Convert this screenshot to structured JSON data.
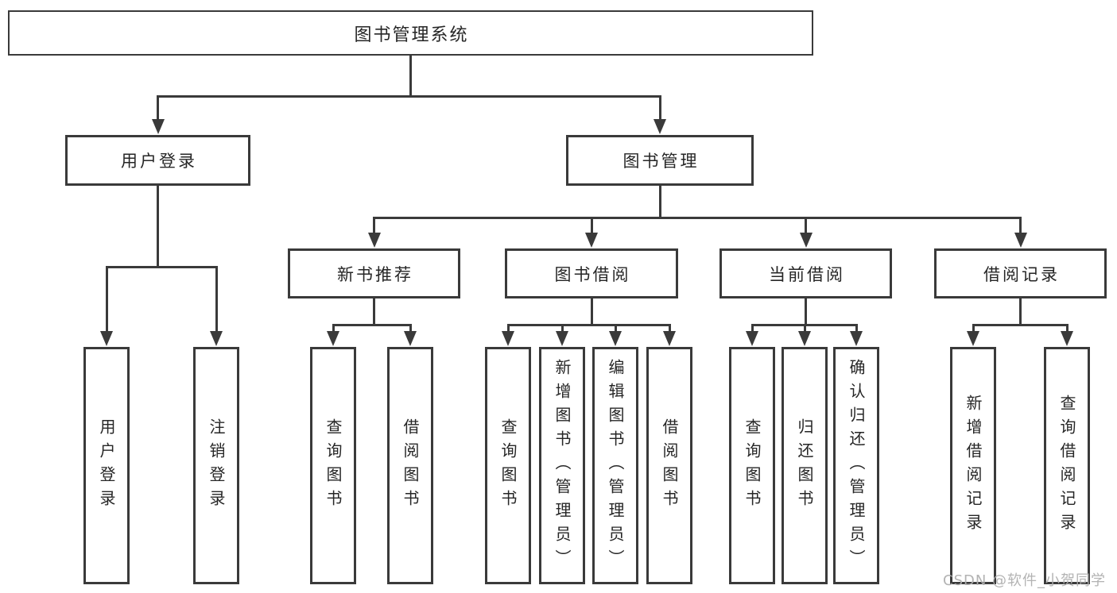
{
  "diagram": {
    "title": "图书管理系统",
    "watermark": "CSDN @软件_小贺同学",
    "colors": {
      "line": "#3a3a3a",
      "text": "#262626",
      "background": "#ffffff",
      "watermark": "#afafaf"
    },
    "nodes": [
      {
        "id": "root",
        "label": "图书管理系统",
        "level": 1,
        "orientation": "horizontal"
      },
      {
        "id": "user-login",
        "label": "用户登录",
        "level": 2,
        "orientation": "horizontal"
      },
      {
        "id": "book-mgmt",
        "label": "图书管理",
        "level": 2,
        "orientation": "horizontal"
      },
      {
        "id": "new-book-rec",
        "label": "新书推荐",
        "level": 3,
        "orientation": "horizontal"
      },
      {
        "id": "book-borrow",
        "label": "图书借阅",
        "level": 3,
        "orientation": "horizontal"
      },
      {
        "id": "current-borrow",
        "label": "当前借阅",
        "level": 3,
        "orientation": "horizontal"
      },
      {
        "id": "borrow-records",
        "label": "借阅记录",
        "level": 3,
        "orientation": "horizontal"
      },
      {
        "id": "leaf-user-login",
        "label": "用户登录",
        "level": 4,
        "orientation": "vertical"
      },
      {
        "id": "leaf-logout",
        "label": "注销登录",
        "level": 4,
        "orientation": "vertical"
      },
      {
        "id": "leaf-query-book-1",
        "label": "查询图书",
        "level": 4,
        "orientation": "vertical"
      },
      {
        "id": "leaf-borrow-book-1",
        "label": "借阅图书",
        "level": 4,
        "orientation": "vertical"
      },
      {
        "id": "leaf-query-book-2",
        "label": "查询图书",
        "level": 4,
        "orientation": "vertical"
      },
      {
        "id": "leaf-add-book",
        "label": "新增图书（管理员）",
        "level": 4,
        "orientation": "vertical"
      },
      {
        "id": "leaf-edit-book",
        "label": "编辑图书（管理员）",
        "level": 4,
        "orientation": "vertical"
      },
      {
        "id": "leaf-borrow-book-2",
        "label": "借阅图书",
        "level": 4,
        "orientation": "vertical"
      },
      {
        "id": "leaf-query-book-3",
        "label": "查询图书",
        "level": 4,
        "orientation": "vertical"
      },
      {
        "id": "leaf-return-book",
        "label": "归还图书",
        "level": 4,
        "orientation": "vertical"
      },
      {
        "id": "leaf-confirm-return",
        "label": "确认归还（管理员）",
        "level": 4,
        "orientation": "vertical"
      },
      {
        "id": "leaf-add-borrow-rec",
        "label": "新增借阅记录",
        "level": 4,
        "orientation": "vertical"
      },
      {
        "id": "leaf-query-borrow-rec",
        "label": "查询借阅记录",
        "level": 4,
        "orientation": "vertical"
      }
    ],
    "edges": [
      {
        "from": "root",
        "to": [
          "user-login",
          "book-mgmt"
        ]
      },
      {
        "from": "user-login",
        "to": [
          "leaf-user-login",
          "leaf-logout"
        ]
      },
      {
        "from": "book-mgmt",
        "to": [
          "new-book-rec",
          "book-borrow",
          "current-borrow",
          "borrow-records"
        ]
      },
      {
        "from": "new-book-rec",
        "to": [
          "leaf-query-book-1",
          "leaf-borrow-book-1"
        ]
      },
      {
        "from": "book-borrow",
        "to": [
          "leaf-query-book-2",
          "leaf-add-book",
          "leaf-edit-book",
          "leaf-borrow-book-2"
        ]
      },
      {
        "from": "current-borrow",
        "to": [
          "leaf-query-book-3",
          "leaf-return-book",
          "leaf-confirm-return"
        ]
      },
      {
        "from": "borrow-records",
        "to": [
          "leaf-add-borrow-rec",
          "leaf-query-borrow-rec"
        ]
      }
    ]
  }
}
